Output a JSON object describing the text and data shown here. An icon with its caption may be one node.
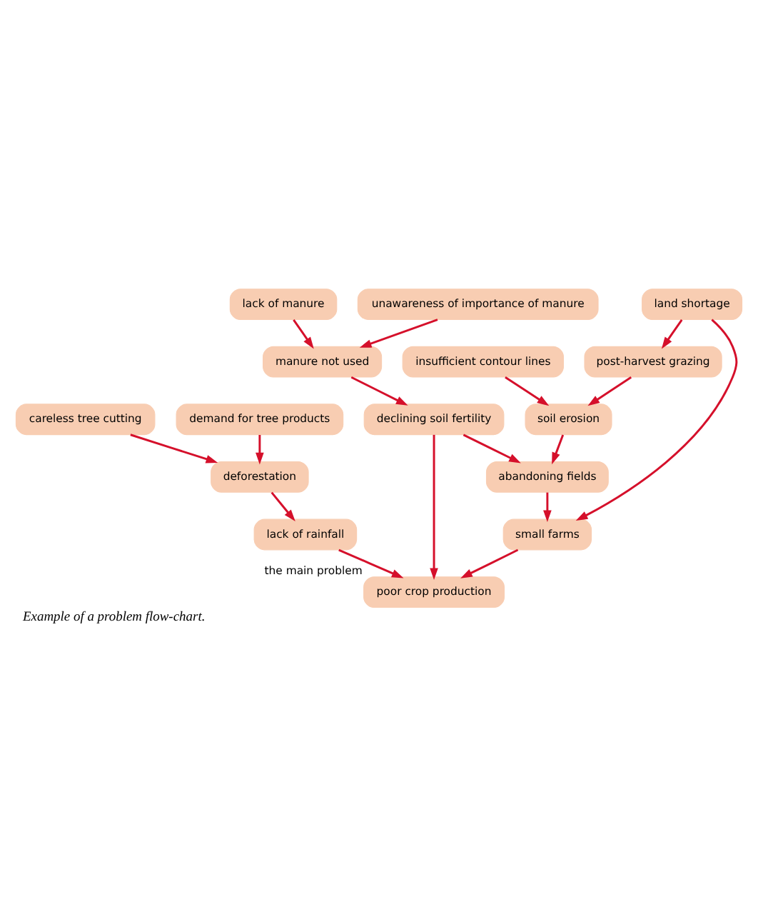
{
  "diagram": {
    "caption": "Example of a problem flow-chart.",
    "nodes": [
      {
        "text": [
          "insufficient contour lines"
        ]
      },
      {
        "text": [
          "careless tree cutting"
        ]
      },
      {
        "text": [
          "unawareness of importance of manure"
        ]
      },
      {
        "text": [
          "demand for tree products"
        ]
      },
      {
        "text": [
          "post-harvest grazing"
        ]
      },
      {
        "text": [
          "lack of manure"
        ]
      },
      {
        "text": [
          "deforestation"
        ]
      },
      {
        "text": [
          "soil erosion"
        ]
      },
      {
        "text": [
          "land shortage"
        ]
      },
      {
        "text": [
          "manure not used"
        ]
      },
      {
        "text": [
          "lack of rainfall"
        ]
      },
      {
        "text": [
          "abandoning fields"
        ]
      },
      {
        "text": [
          "small farms"
        ]
      },
      {
        "text": [
          "declining soil fertility"
        ]
      },
      {
        "text": [
          "poor crop production"
        ],
        "beside": [
          "the main problem"
        ]
      }
    ],
    "edges": [
      {
        "from": 0,
        "to": 7,
        "arrow": "to"
      },
      {
        "from": 1,
        "to": 6,
        "arrow": "to"
      },
      {
        "from": 3,
        "to": 6,
        "arrow": "to"
      },
      {
        "from": 2,
        "to": 9,
        "arrow": "to"
      },
      {
        "from": 5,
        "to": 9,
        "arrow": "to"
      },
      {
        "from": 4,
        "to": 7,
        "arrow": "to"
      },
      {
        "from": 8,
        "to": 4,
        "arrow": "to"
      },
      {
        "from": 7,
        "to": 11,
        "arrow": "to"
      },
      {
        "from": 8,
        "to": 12,
        "arrow": "to"
      },
      {
        "from": 9,
        "to": 13,
        "arrow": "to"
      },
      {
        "from": 13,
        "to": 11,
        "arrow": "to"
      },
      {
        "from": 11,
        "to": 12,
        "arrow": "to"
      },
      {
        "from": 6,
        "to": 10,
        "arrow": "to"
      },
      {
        "from": 10,
        "to": 14,
        "arrow": "to"
      },
      {
        "from": 12,
        "to": 14,
        "arrow": "to"
      },
      {
        "from": 13,
        "to": 14,
        "arrow": "to"
      }
    ]
  }
}
